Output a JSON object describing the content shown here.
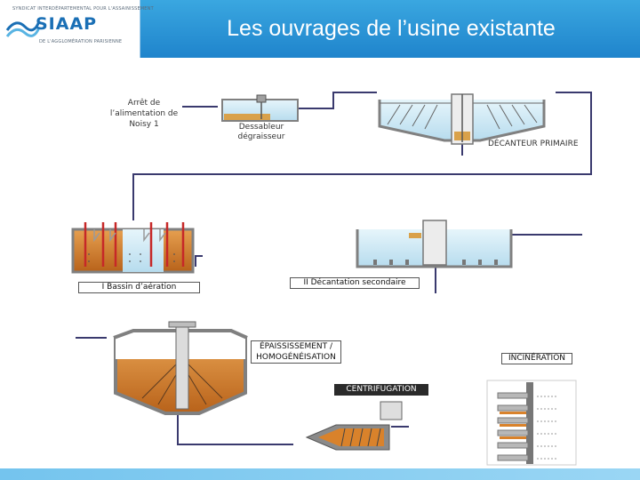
{
  "header": {
    "title": "Les ouvrages de l’usine existante",
    "logo": {
      "name": "SIAAP",
      "line_top": "SYNDICAT INTERDÉPARTEMENTAL POUR L'ASSAINISSEMENT",
      "line_bottom": "DE L'AGGLOMÉRATION PARISIENNE"
    }
  },
  "labels": {
    "stop_feed": [
      "Arrêt de",
      "l’alimentation de",
      "Noisy 1"
    ],
    "grit_removal": [
      "Dessableur",
      "dégraisseur"
    ],
    "primary_settler": "DÉCANTEUR PRIMAIRE",
    "aeration_basin": "I Bassin d’aération",
    "secondary_settling": "II Décantation secondaire",
    "thickening": [
      "ÉPAISSISSEMENT /",
      "HOMOGÉNÉISATION"
    ],
    "incineration": "INCINÉRATION",
    "centrifugation": "CENTRIFUGATION"
  },
  "colors": {
    "brand_blue": "#1f84cc",
    "pipe": "#3a3a6e",
    "water": "#cde9f5",
    "sludge": "#d9822b",
    "structure": "#808080"
  }
}
